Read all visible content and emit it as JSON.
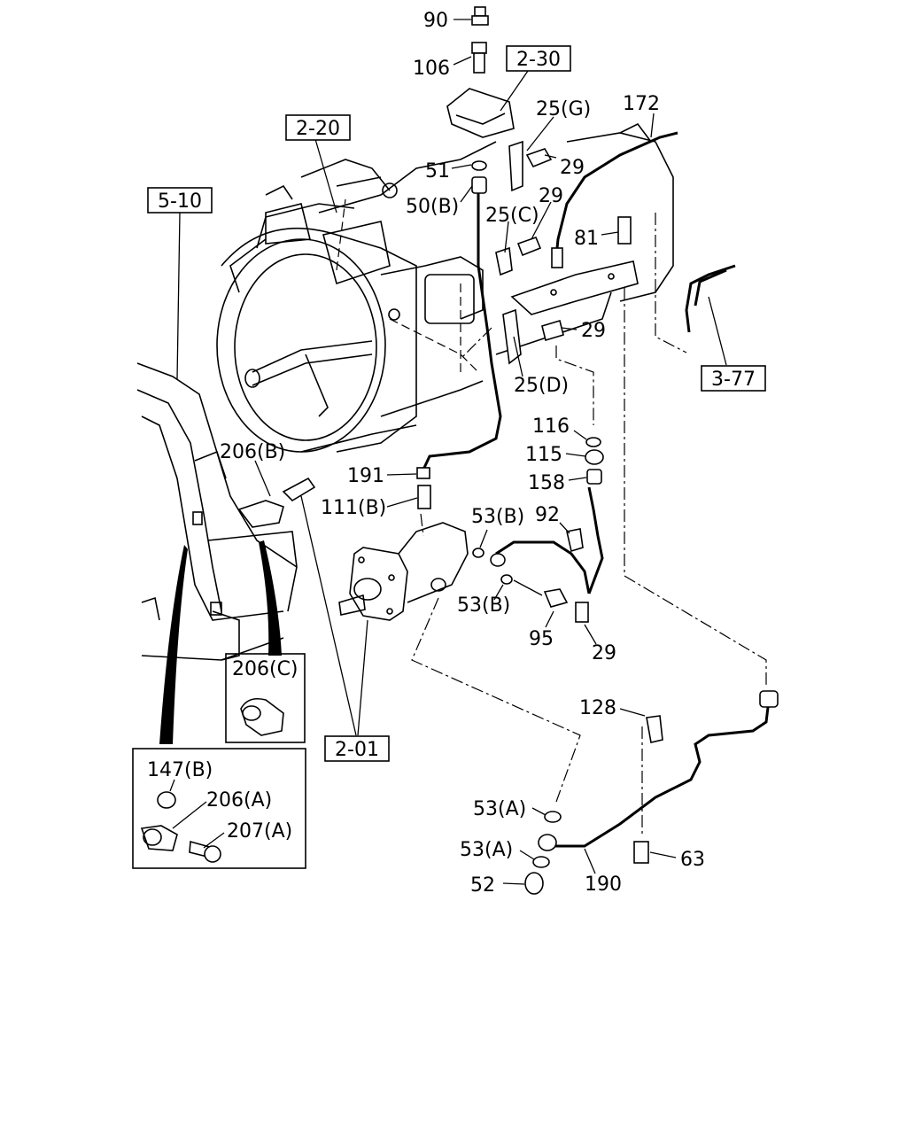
{
  "references": [
    "2-30",
    "2-20",
    "5-10",
    "3-77",
    "2-01"
  ],
  "labels": {
    "p90": "90",
    "p106": "106",
    "p25g": "25(G)",
    "p172": "172",
    "p29a": "29",
    "p51": "51",
    "p50b": "50(B)",
    "p29b": "29",
    "p25c": "25(C)",
    "p81": "81",
    "p29c": "29",
    "p25d": "25(D)",
    "p206b": "206(B)",
    "p116": "116",
    "p115": "115",
    "p191": "191",
    "p158": "158",
    "p111b": "111(B)",
    "p53b1": "53(B)",
    "p92": "92",
    "p53b2": "53(B)",
    "p95": "95",
    "p29d": "29",
    "p206c": "206(C)",
    "p128": "128",
    "p147b": "147(B)",
    "p206a": "206(A)",
    "p207a": "207(A)",
    "p53a1": "53(A)",
    "p53a2": "53(A)",
    "p63": "63",
    "p52": "52",
    "p190": "190"
  }
}
